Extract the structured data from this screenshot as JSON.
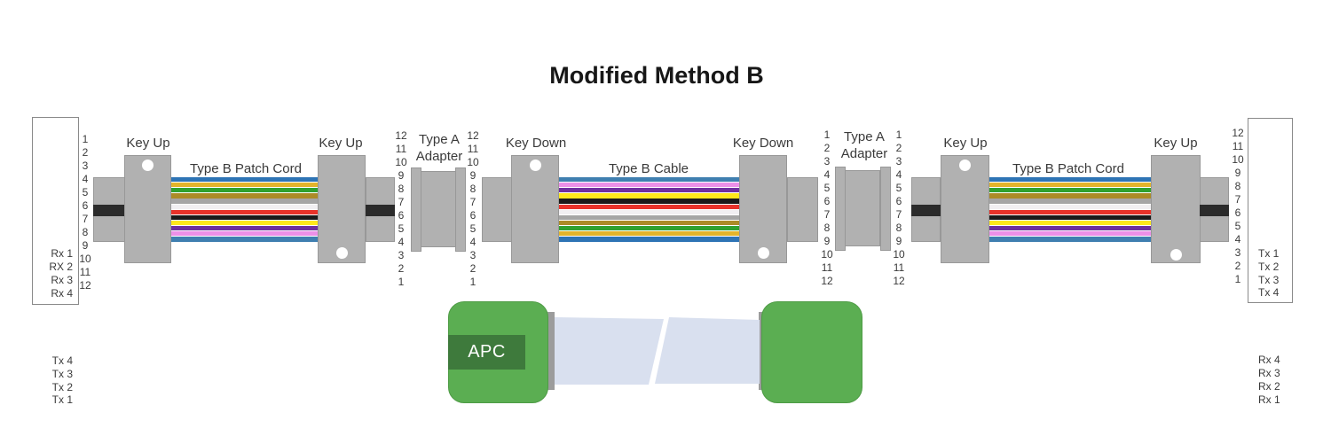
{
  "title": "Modified Method B",
  "connectors": {
    "key_up": "Key Up",
    "key_down": "Key Down"
  },
  "adapter": {
    "line1": "Type A",
    "line2": "Adapter"
  },
  "cables": {
    "patch_cord": "Type B Patch Cord",
    "trunk": "Type B Cable"
  },
  "apc_label": "APC",
  "left_box": {
    "labels": [
      "Rx 1",
      "RX 2",
      "Rx 3",
      "Rx 4",
      "Tx 4",
      "Tx 3",
      "Tx 2",
      "Tx 1"
    ]
  },
  "right_box": {
    "labels": [
      "Tx 1",
      "Tx 2",
      "Tx 3",
      "Tx 4",
      "Rx 4",
      "Rx 3",
      "Rx 2",
      "Rx 1"
    ]
  },
  "pins": {
    "ascending": [
      "1",
      "2",
      "3",
      "4",
      "5",
      "6",
      "7",
      "8",
      "9",
      "10",
      "11",
      "12"
    ],
    "descending": [
      "12",
      "11",
      "10",
      "9",
      "8",
      "7",
      "6",
      "5",
      "4",
      "3",
      "2",
      "1"
    ]
  },
  "fiber_color_names": [
    "blue",
    "orange",
    "green",
    "brown",
    "slate",
    "white",
    "red",
    "black",
    "yellow",
    "violet",
    "rose",
    "aqua"
  ],
  "ribbons": {
    "patch": [
      "#2E74B5",
      "#E3B42B",
      "#2FA12F",
      "#AC8B27",
      "#A5A5A5",
      "#F1EFF2",
      "#E8322A",
      "#1A1A1A",
      "#FFE81C",
      "#6F2FA0",
      "#EC90E8",
      "#3F7FB0"
    ],
    "cable": [
      "#3F7FB0",
      "#EC90E8",
      "#6F2FA0",
      "#FFE81C",
      "#1A1A1A",
      "#E8322A",
      "#F1EFF2",
      "#A5A5A5",
      "#AC8B27",
      "#2FA12F",
      "#E3B42B",
      "#2E74B5"
    ]
  },
  "colors": {
    "connector_gray": "#B1B1B1",
    "key_stripe": "#2B2B2B",
    "apc_green": "#5BAE52",
    "apc_dark_green": "#3E7A3C",
    "cable_sleeve": "#D9E0EF"
  }
}
